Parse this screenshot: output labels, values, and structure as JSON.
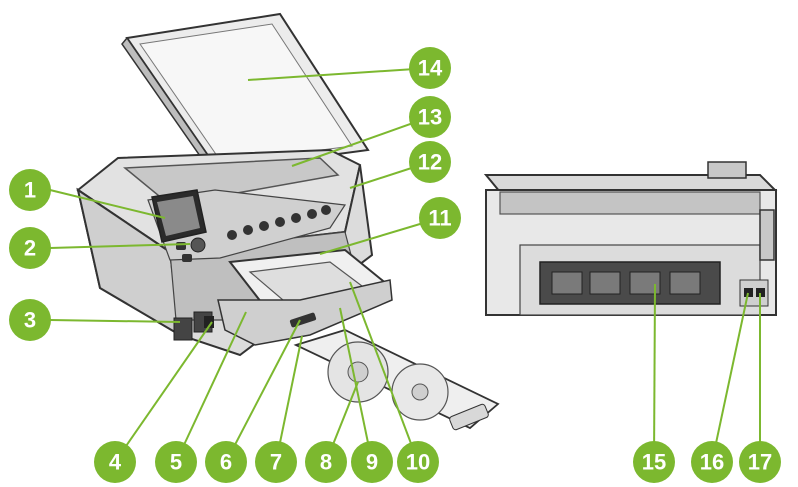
{
  "diagram": {
    "colors": {
      "callout": "#7cb82f",
      "leader": "#7cb82f",
      "body_light": "#e6e6e6",
      "body_mid": "#bdbdbd",
      "body_dark": "#4a4a4a",
      "outline": "#333333",
      "screen": "#8a8a8a"
    },
    "front_view_callouts": [
      {
        "id": "1",
        "label": "1"
      },
      {
        "id": "2",
        "label": "2"
      },
      {
        "id": "3",
        "label": "3"
      },
      {
        "id": "4",
        "label": "4"
      },
      {
        "id": "5",
        "label": "5"
      },
      {
        "id": "6",
        "label": "6"
      },
      {
        "id": "7",
        "label": "7"
      },
      {
        "id": "8",
        "label": "8"
      },
      {
        "id": "9",
        "label": "9"
      },
      {
        "id": "10",
        "label": "10"
      },
      {
        "id": "11",
        "label": "11"
      },
      {
        "id": "12",
        "label": "12"
      },
      {
        "id": "13",
        "label": "13"
      },
      {
        "id": "14",
        "label": "14"
      }
    ],
    "rear_view_callouts": [
      {
        "id": "15",
        "label": "15"
      },
      {
        "id": "16",
        "label": "16"
      },
      {
        "id": "17",
        "label": "17"
      }
    ]
  }
}
